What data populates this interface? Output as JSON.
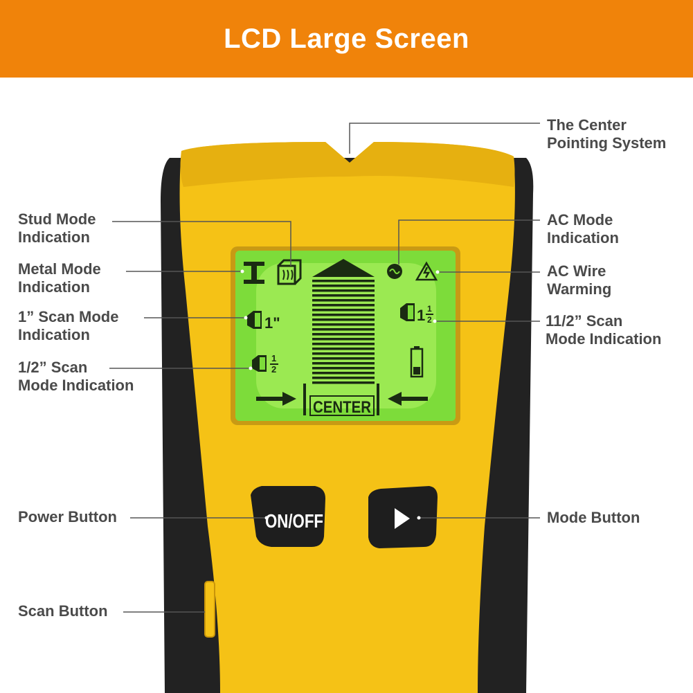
{
  "banner": {
    "title": "LCD Large Screen"
  },
  "colors": {
    "banner": "#f0830a",
    "device_body": "#f5c216",
    "device_shadow": "#d9a20c",
    "device_grip": "#222222",
    "lcd": "#7ddc3a",
    "lcd_glow": "#b9f56a",
    "lcd_ink": "#1a2b12",
    "label_text": "#4a4a4a",
    "button": "#1e1e1e",
    "button_text": "#ffffff"
  },
  "callouts": {
    "center_pointing": "The Center\nPointing System",
    "stud_mode": "Stud Mode\nIndication",
    "metal_mode": "Metal Mode\nIndication",
    "scan_1in": "1” Scan Mode\nIndication",
    "scan_half": "1/2” Scan\nMode Indication",
    "ac_mode": "AC Mode\nIndication",
    "ac_wire": "AC Wire\nWarming",
    "scan_1half": "11/2” Scan\nMode Indication",
    "power_button": "Power Button",
    "mode_button": "Mode Button",
    "scan_button": "Scan Button"
  },
  "lcd": {
    "center_label": "CENTER",
    "one_inch": "1\"",
    "half_fraction_num": "1",
    "half_fraction_den": "2"
  },
  "buttons": {
    "power_label": "ON/OFF",
    "mode_icon": "play-triangle-icon"
  }
}
